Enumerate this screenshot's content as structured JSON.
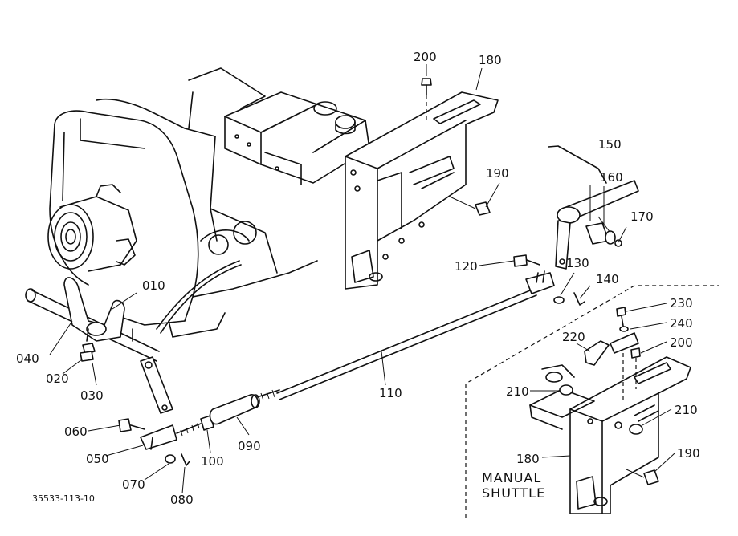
{
  "diagram": {
    "drawing_number": "35533-113-10",
    "panel_caption_line1": "MANUAL",
    "panel_caption_line2": "SHUTTLE",
    "parts": {
      "p010": "010",
      "p020": "020",
      "p030": "030",
      "p040": "040",
      "p050": "050",
      "p060": "060",
      "p070": "070",
      "p080": "080",
      "p090": "090",
      "p100": "100",
      "p110": "110",
      "p120": "120",
      "p130": "130",
      "p140": "140",
      "p150": "150",
      "p160": "160",
      "p170": "170",
      "p180_top": "180",
      "p190_top": "190",
      "p200_top": "200",
      "p180_inset": "180",
      "p190_inset": "190",
      "p200_inset": "200",
      "p210_left": "210",
      "p210_right": "210",
      "p220": "220",
      "p230": "230",
      "p240": "240"
    }
  }
}
